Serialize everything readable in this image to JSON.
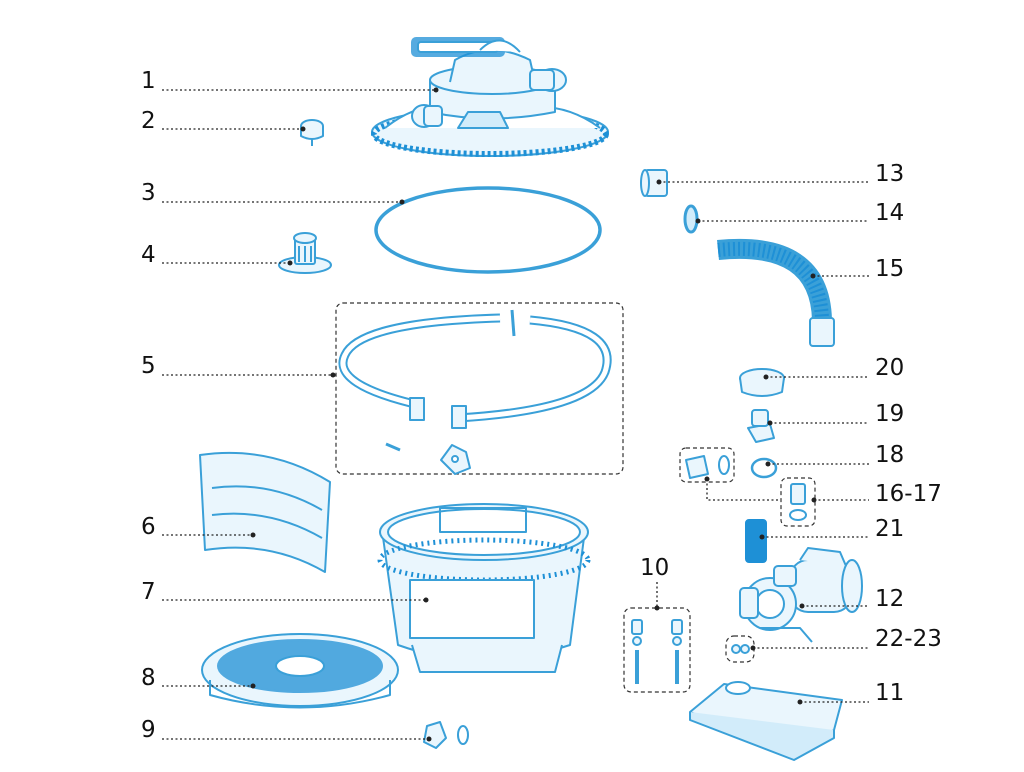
{
  "colors": {
    "outline": "#3aa0d8",
    "fill": "#eaf6fd",
    "accent": "#1e90d6",
    "leader": "#222222"
  },
  "callouts": [
    {
      "id": "p1",
      "label": "1"
    },
    {
      "id": "p2",
      "label": "2"
    },
    {
      "id": "p3",
      "label": "3"
    },
    {
      "id": "p4",
      "label": "4"
    },
    {
      "id": "p5",
      "label": "5"
    },
    {
      "id": "p6",
      "label": "6"
    },
    {
      "id": "p7",
      "label": "7"
    },
    {
      "id": "p8",
      "label": "8"
    },
    {
      "id": "p9",
      "label": "9"
    },
    {
      "id": "p10",
      "label": "10"
    },
    {
      "id": "p11",
      "label": "11"
    },
    {
      "id": "p12",
      "label": "12"
    },
    {
      "id": "p13",
      "label": "13"
    },
    {
      "id": "p14",
      "label": "14"
    },
    {
      "id": "p15",
      "label": "15"
    },
    {
      "id": "p16",
      "label": "16-17"
    },
    {
      "id": "p18",
      "label": "18"
    },
    {
      "id": "p19",
      "label": "19"
    },
    {
      "id": "p20",
      "label": "20"
    },
    {
      "id": "p21",
      "label": "21"
    },
    {
      "id": "p22",
      "label": "22-23"
    }
  ]
}
